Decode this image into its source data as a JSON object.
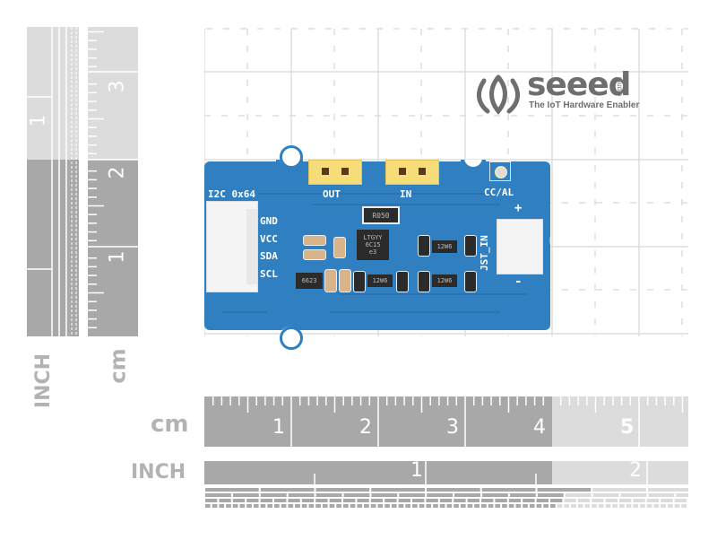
{
  "logo": {
    "brand": "seeed",
    "sub": "studio",
    "tagline": "The IoT Hardware Enabler"
  },
  "board": {
    "i2c_label": "I2C 0x64",
    "pins": [
      "GND",
      "VCC",
      "SDA",
      "SCL"
    ],
    "jumper_out": "OUT",
    "jumper_in": "IN",
    "cc_al": "CC/AL",
    "jst_in": "JST_IN",
    "plus": "+",
    "minus": "-",
    "resistor_marking": "R050",
    "ic_marking": [
      "LTGYY",
      "6C15",
      "e3"
    ],
    "regulator_marking": "6623",
    "mosfet_marking": "12W6",
    "colors": {
      "pcb": "#2f7fc1",
      "silkscreen": "#ffffff",
      "jumper": "#f7dc7a",
      "connector": "#f4f4f4"
    }
  },
  "rulers": {
    "vertical_inch_label": "INCH",
    "vertical_cm_label": "cm",
    "vertical_inch_numbers": [
      "1",
      "1"
    ],
    "vertical_cm_numbers": [
      "3",
      "2",
      "1"
    ],
    "horizontal_cm_label": "cm",
    "horizontal_cm_numbers": [
      "1",
      "2",
      "3",
      "4",
      "5"
    ],
    "horizontal_inch_label": "INCH",
    "horizontal_inch_numbers": [
      "1",
      "2"
    ],
    "colors": {
      "dark": "#a8a8a8",
      "light": "#dcdcdc",
      "label": "#b3b3b3"
    }
  }
}
